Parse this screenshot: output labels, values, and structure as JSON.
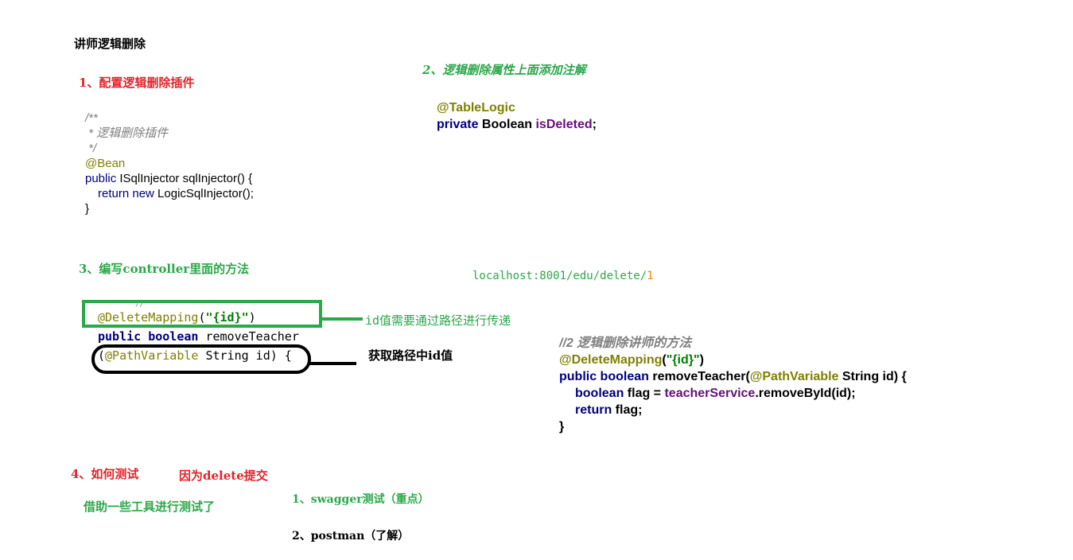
{
  "title": "讲师逻辑删除",
  "steps": {
    "s1": "1、配置逻辑删除插件",
    "s2": "2、逻辑删除属性上面添加注解",
    "s3": "3、编写controller里面的方法",
    "s4": "4、如何测试"
  },
  "plugin_code": {
    "c1": "/**",
    "c2": " * 逻辑删除插件",
    "c3": " */",
    "ann": "@Bean",
    "kw_public": "public",
    "sig": " ISqlInjector sqlInjector() {",
    "kw_return": "return new",
    "ret": " LogicSqlInjector();",
    "close": "}"
  },
  "entity_code": {
    "ann": "@TableLogic",
    "kw": "private",
    "type": " Boolean ",
    "field": "isDeleted",
    "semi": ";"
  },
  "url": {
    "base": "localhost:8001/edu/delete/",
    "id": "1"
  },
  "snippet": {
    "mark": "//",
    "ann": "@DeleteMapping",
    "paren_open": "(",
    "str": "\"{id}\"",
    "paren_close": ")",
    "kw1": "public boolean",
    "method": " removeTeacher",
    "param_open": "(",
    "param_ann": "@PathVariable",
    "param_rest": " String id) {"
  },
  "annotations": {
    "box_note": "id值需要通过路径进行传递",
    "ellipse_note": "获取路径中id值"
  },
  "controller_code": {
    "cmt": "//2 逻辑删除讲师的方法",
    "ann": "@DeleteMapping",
    "str_open": "(",
    "str": "\"{id}\"",
    "str_close": ")",
    "kw_public": "public boolean",
    "method": " removeTeacher(",
    "param_ann": "@PathVariable",
    "param_rest": " String id) {",
    "kw_bool": "boolean",
    "flag": " flag = ",
    "svc": "teacherService",
    "call": ".removeById(id);",
    "kw_return": "return",
    "ret": " flag;",
    "close": "}"
  },
  "testing": {
    "reason": "因为delete提交",
    "tools": "借助一些工具进行测试了",
    "opt1": "1、swagger测试（重点）",
    "opt2": "2、postman（了解）"
  },
  "colors": {
    "red": "#e0242b",
    "green": "#2ba84a",
    "annotation": "#808000",
    "keyword": "#000080",
    "field": "#660e7a",
    "string": "#008000"
  }
}
